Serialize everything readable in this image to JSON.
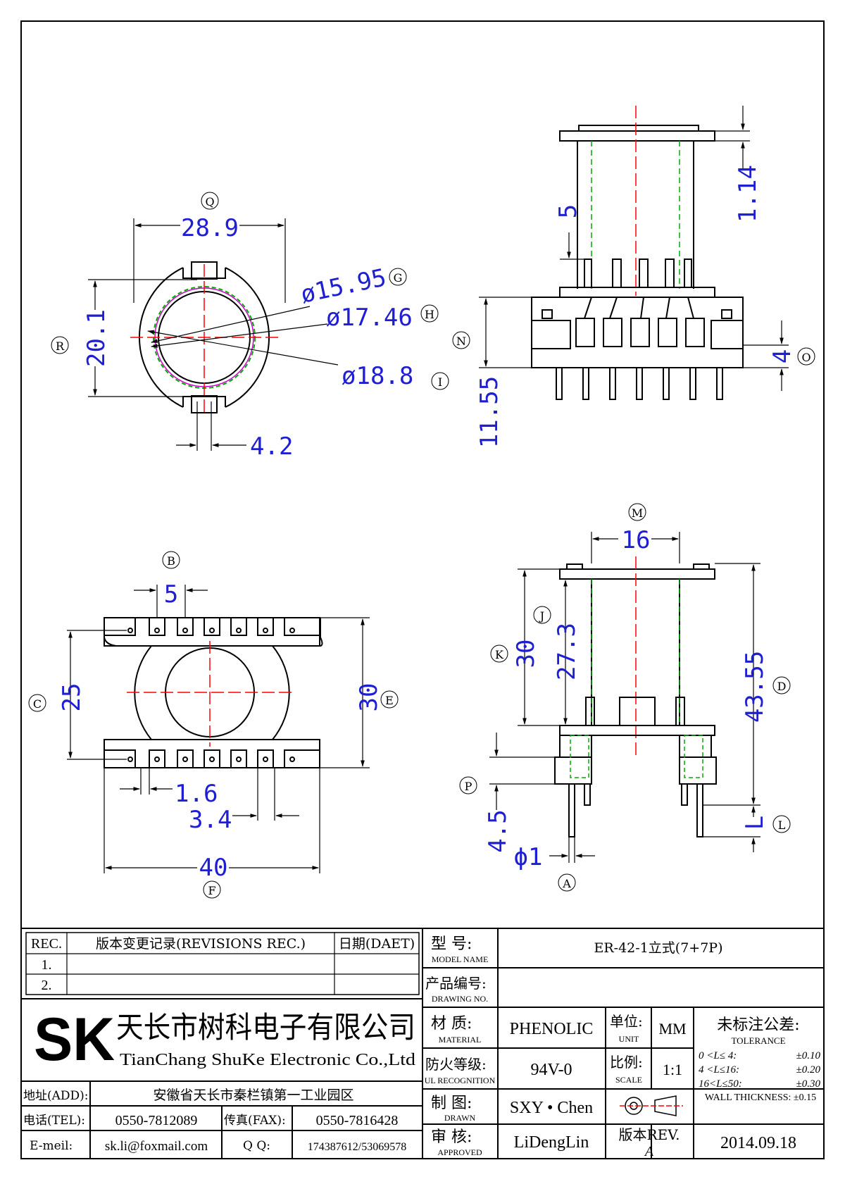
{
  "views": {
    "top_view": {
      "labels": {
        "Q": "Q",
        "R": "R",
        "G": "G",
        "H": "H",
        "I": "I"
      },
      "dims": {
        "width": "28.9",
        "height": "20.1",
        "d1": "ø15.95",
        "d2": "ø17.46",
        "d3": "ø18.8",
        "slot": "4.2"
      }
    },
    "side_view": {
      "labels": {
        "N": "N",
        "O": "O"
      },
      "dims": {
        "flange": "1.14",
        "gap": "5",
        "pin_height": "11.55",
        "pin_step": "4"
      }
    },
    "bottom_view": {
      "labels": {
        "B": "B",
        "C": "C",
        "E": "E",
        "F": "F"
      },
      "dims": {
        "pitch": "5",
        "height_c": "25",
        "height_e": "30",
        "pin_w": "1.6",
        "pin_gap": "3.4",
        "width": "40"
      }
    },
    "front_view": {
      "labels": {
        "M": "M",
        "J": "J",
        "K": "K",
        "D": "D",
        "P": "P",
        "L": "L",
        "A": "A"
      },
      "dims": {
        "top": "16",
        "k": "30",
        "j": "27.3",
        "d": "43.55",
        "p": "4.5",
        "l": "L",
        "a": "ϕ1"
      }
    }
  },
  "title_block": {
    "revisions": {
      "rec_header": "REC.",
      "desc_header": "版本变更记录(REVISIONS REC.)",
      "date_header": "日期(DAET)",
      "rows": [
        "1.",
        "2."
      ]
    },
    "company": {
      "logo": "SK",
      "name_cn": "天长市树科电子有限公司",
      "name_en": "TianChang ShuKe Electronic Co.,Ltd"
    },
    "contact": {
      "addr_label": "地址(ADD):",
      "addr": "安徽省天长市秦栏镇第一工业园区",
      "tel_label": "电话(TEL):",
      "tel": "0550-7812089",
      "fax_label": "传真(FAX):",
      "fax": "0550-7816428",
      "email_label": "E-meil:",
      "email": "sk.li@foxmail.com",
      "qq_label": "Q Q:",
      "qq": "174387612/53069578"
    },
    "model": {
      "label_cn": "型    号:",
      "label_en": "MODEL NAME",
      "value": "ER-42-1立式(7+7P)"
    },
    "drawing_no": {
      "label_cn": "产品编号:",
      "label_en": "DRAWING NO.",
      "value": ""
    },
    "material": {
      "label_cn": "材    质:",
      "label_en": "MATERIAL",
      "value": "PHENOLIC"
    },
    "unit": {
      "label_cn": "单位:",
      "label_en": "UNIT",
      "value": "MM"
    },
    "ul": {
      "label_cn": "防火等级:",
      "label_en": "UL RECOGNITION",
      "value": "94V-0"
    },
    "scale": {
      "label_cn": "比例:",
      "label_en": "SCALE",
      "value": "1:1"
    },
    "drawn": {
      "label_cn": "制    图:",
      "label_en": "DRAWN",
      "value": "SXY • Chen"
    },
    "approved": {
      "label_cn": "审    核:",
      "label_en": "APPROVED",
      "value": "LiDengLin"
    },
    "rev": {
      "label": "版本REV.",
      "value": "A"
    },
    "date": "2014.09.18",
    "tolerance": {
      "title_cn": "未标注公差:",
      "title_en": "TOLERANCE",
      "rows": [
        {
          "range": "0  <L≤ 4:",
          "val": "±0.10"
        },
        {
          "range": "4  <L≤16:",
          "val": "±0.20"
        },
        {
          "range": "16<L≤50:",
          "val": "±0.30"
        }
      ],
      "wall": "WALL THICKNESS: ±0.15"
    }
  },
  "colors": {
    "dim": "#1e1ed2",
    "center": "#ff0000",
    "hidden": "#00aa00",
    "inner": "#cc00cc"
  }
}
